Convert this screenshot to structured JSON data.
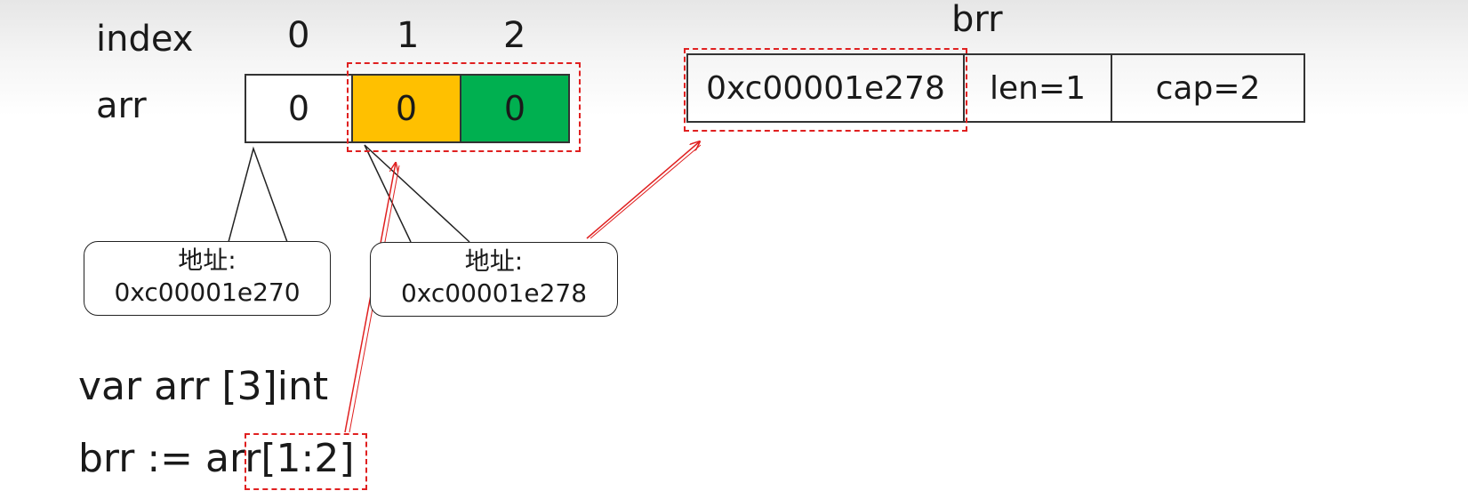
{
  "index_label": "index",
  "arr_label": "arr",
  "indices": [
    "0",
    "1",
    "2"
  ],
  "arr_cells": [
    {
      "value": "0",
      "color": "#ffffff"
    },
    {
      "value": "0",
      "color": "#ffc000"
    },
    {
      "value": "0",
      "color": "#00b050"
    }
  ],
  "brr": {
    "title": "brr",
    "fields": [
      "0xc00001e278",
      "len=1",
      "cap=2"
    ]
  },
  "callouts": [
    {
      "line1": "地址:",
      "line2": "0xc00001e270"
    },
    {
      "line1": "地址:",
      "line2": "0xc00001e278"
    }
  ],
  "code": {
    "line1": "var arr [3]int",
    "line2_prefix": "brr := arr",
    "line2_slice": "[1:2]"
  },
  "colors": {
    "highlight": "#e02020",
    "outline": "#333333"
  }
}
